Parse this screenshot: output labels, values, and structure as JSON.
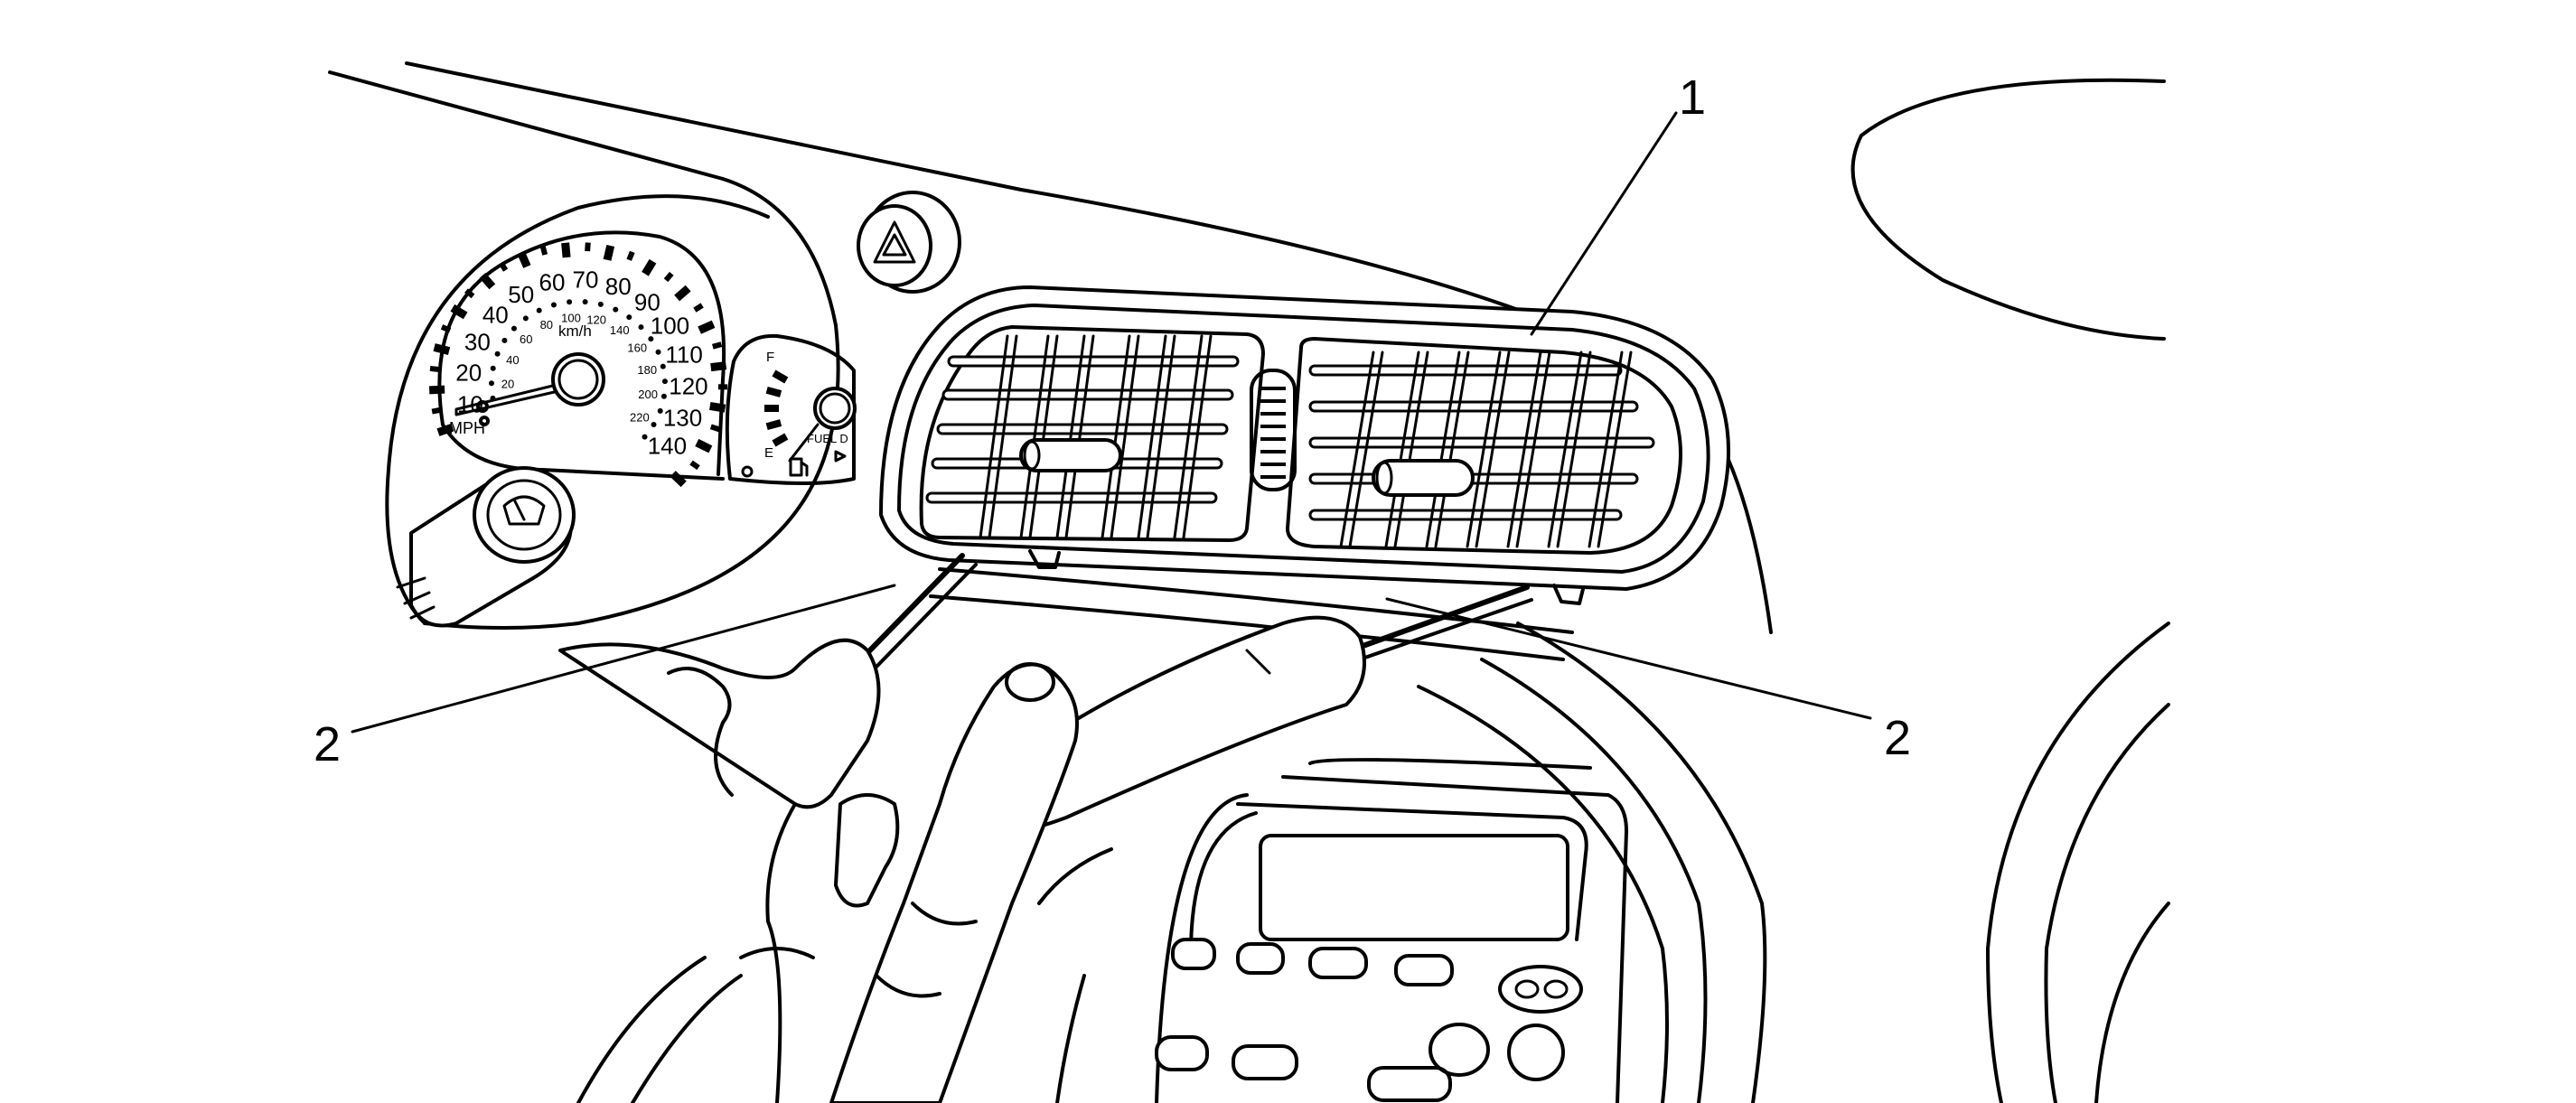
{
  "callouts": {
    "vent": "1",
    "tool_left": "2",
    "tool_right": "2"
  },
  "speedometer": {
    "mph_labels": [
      "10",
      "20",
      "30",
      "40",
      "50",
      "60",
      "70",
      "80",
      "90",
      "100",
      "110",
      "120",
      "130",
      "140"
    ],
    "kmh_labels": [
      "20",
      "40",
      "60",
      "80",
      "100",
      "120",
      "140",
      "160",
      "180",
      "200",
      "220"
    ],
    "unit_mph": "MPH",
    "unit_kmh": "km/h"
  },
  "fuel_gauge": {
    "full": "F",
    "empty": "E",
    "label": "FUEL D"
  },
  "hazard_icon": "hazard-triangle-icon",
  "wiper_icon": "windshield-wiper-icon"
}
